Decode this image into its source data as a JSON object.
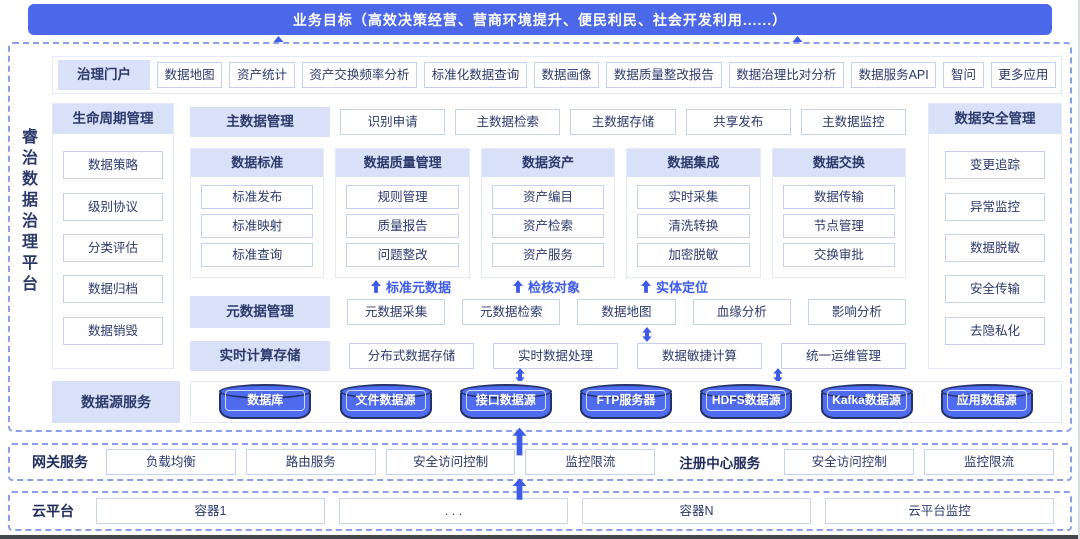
{
  "banner": {
    "text": "业务目标（高效决策经营、营商环境提升、便民利民、社会开发利用......）"
  },
  "platform_title": "睿治数据治理平台",
  "portal": {
    "label": "治理门户",
    "items": [
      "数据地图",
      "资产统计",
      "资产交换频率分析",
      "标准化数据查询",
      "数据画像",
      "数据质量整改报告",
      "数据治理比对分析",
      "数据服务API",
      "智问",
      "更多应用"
    ]
  },
  "lifecycle": {
    "label": "生命周期管理",
    "items": [
      "数据策略",
      "级别协议",
      "分类评估",
      "数据归档",
      "数据销毁"
    ]
  },
  "master_data": {
    "label": "主数据管理",
    "items": [
      "识别申请",
      "主数据检索",
      "主数据存储",
      "共享发布",
      "主数据监控"
    ]
  },
  "function_columns": [
    {
      "label": "数据标准",
      "items": [
        "标准发布",
        "标准映射",
        "标准查询"
      ]
    },
    {
      "label": "数据质量管理",
      "items": [
        "规则管理",
        "质量报告",
        "问题整改"
      ]
    },
    {
      "label": "数据资产",
      "items": [
        "资产编目",
        "资产检索",
        "资产服务"
      ]
    },
    {
      "label": "数据集成",
      "items": [
        "实时采集",
        "清洗转换",
        "加密脱敏"
      ]
    },
    {
      "label": "数据交换",
      "items": [
        "数据传输",
        "节点管理",
        "交换审批"
      ]
    }
  ],
  "flow_labels": [
    "标准元数据",
    "检核对象",
    "实体定位"
  ],
  "metadata_mgmt": {
    "label": "元数据管理",
    "items": [
      "元数据采集",
      "元数据检索",
      "数据地图",
      "血缘分析",
      "影响分析"
    ]
  },
  "realtime_storage": {
    "label": "实时计算存储",
    "items": [
      "分布式数据存储",
      "实时数据处理",
      "数据敏捷计算",
      "统一运维管理"
    ]
  },
  "data_security": {
    "label": "数据安全管理",
    "items": [
      "变更追踪",
      "异常监控",
      "数据脱敏",
      "安全传输",
      "去隐私化"
    ]
  },
  "datasource_services": {
    "label": "数据源服务",
    "items": [
      "数据库",
      "文件数据源",
      "接口数据源",
      "FTP服务器",
      "HDFS数据源",
      "Kafka数据源",
      "应用数据源"
    ]
  },
  "gateway": {
    "label": "网关服务",
    "items": [
      "负载均衡",
      "路由服务",
      "安全访问控制",
      "监控限流"
    ],
    "registry_label": "注册中心服务",
    "registry_items": [
      "安全访问控制",
      "监控限流"
    ]
  },
  "cloud": {
    "label": "云平台",
    "items": [
      "容器1",
      ". . .",
      "容器N",
      "云平台监控"
    ]
  },
  "colors": {
    "banner_blue": "#4c68ea",
    "arrow_blue": "#3d5ae8",
    "header_lavender": "#d9e1f8",
    "box_border": "#c3d0ee",
    "text_navy": "#2b3a6b",
    "dashed_border": "#8b9fe8",
    "cylinder_fill": "#4f6bee",
    "cylinder_stroke": "#253169"
  }
}
